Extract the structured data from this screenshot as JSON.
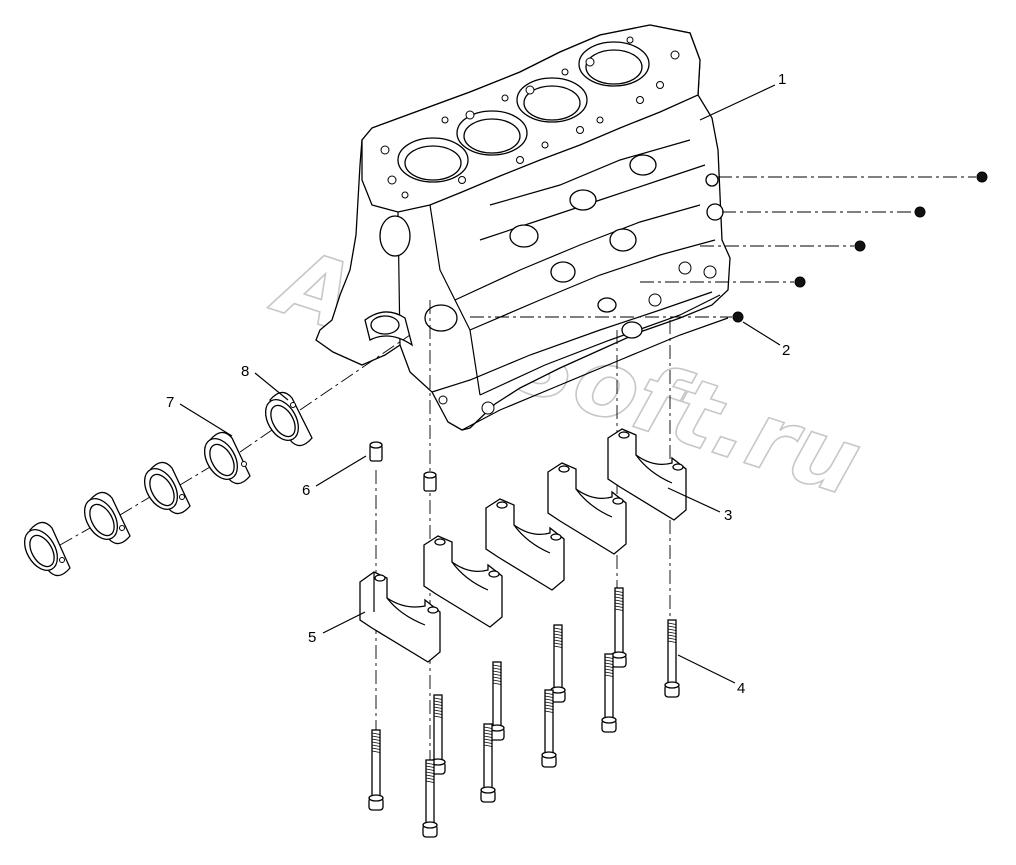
{
  "diagram": {
    "watermark": "AutoSoft.ru",
    "callouts": [
      {
        "id": "1",
        "label": "1"
      },
      {
        "id": "2",
        "label": "2"
      },
      {
        "id": "3",
        "label": "3"
      },
      {
        "id": "4",
        "label": "4"
      },
      {
        "id": "5",
        "label": "5"
      },
      {
        "id": "6",
        "label": "6"
      },
      {
        "id": "7",
        "label": "7"
      },
      {
        "id": "8",
        "label": "8"
      }
    ],
    "parts": {
      "cylinder_block": {
        "count": 1
      },
      "expansion_plugs": {
        "count": 5
      },
      "main_bearing_caps": {
        "count": 5
      },
      "cap_bolts": {
        "count": 10
      },
      "dowel_pins": {
        "count": 2
      },
      "camshaft_bushings": {
        "count": 5
      }
    },
    "colors": {
      "line": "#000000",
      "shade": "#cfcfcf",
      "watermark": "#9a9a9a"
    }
  }
}
